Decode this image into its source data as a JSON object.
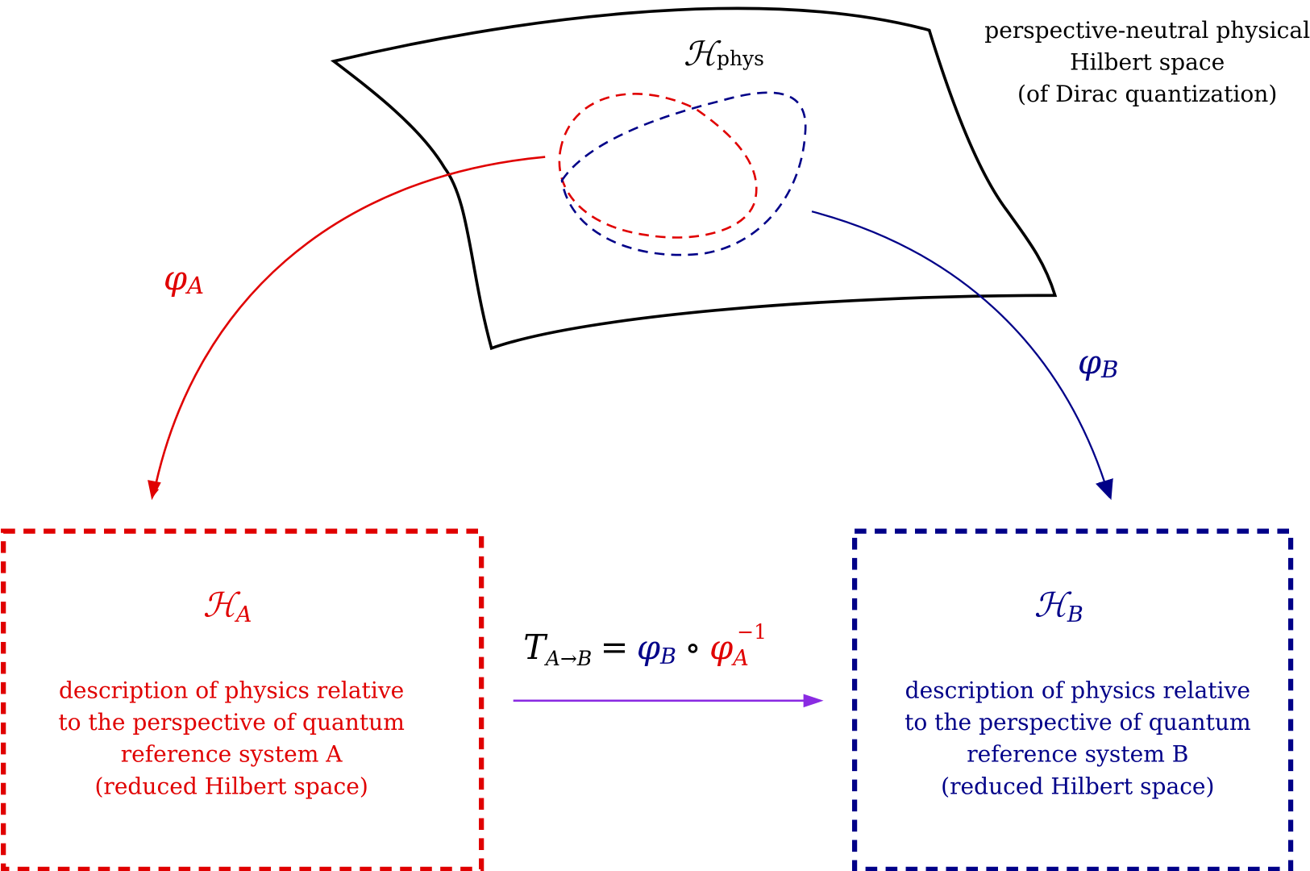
{
  "colors": {
    "red": "#e00000",
    "blue": "#000088",
    "purple": "#8a2be2",
    "black": "#000000"
  },
  "phys": {
    "symbol": "ℋ",
    "subscript": "phys",
    "caption": [
      "perspective-neutral physical",
      "Hilbert space",
      "(of Dirac quantization)"
    ]
  },
  "maps": {
    "phi_a": {
      "symbol": "φ",
      "subscript": "A"
    },
    "phi_b": {
      "symbol": "φ",
      "subscript": "B"
    }
  },
  "box_a": {
    "symbol": "ℋ",
    "subscript": "A",
    "lines": [
      "description of physics relative",
      "to the perspective of quantum",
      "reference system A",
      "(reduced Hilbert space)"
    ]
  },
  "box_b": {
    "symbol": "ℋ",
    "subscript": "B",
    "lines": [
      "description of physics relative",
      "to the perspective of quantum",
      "reference system B",
      "(reduced Hilbert space)"
    ]
  },
  "transform": {
    "T": "T",
    "T_sub": "A→B",
    "eq": "=",
    "phi_b": "φ",
    "phi_b_sub": "B",
    "circ": "∘",
    "phi_a": "φ",
    "phi_a_sub": "A",
    "phi_a_sup": "−1"
  }
}
